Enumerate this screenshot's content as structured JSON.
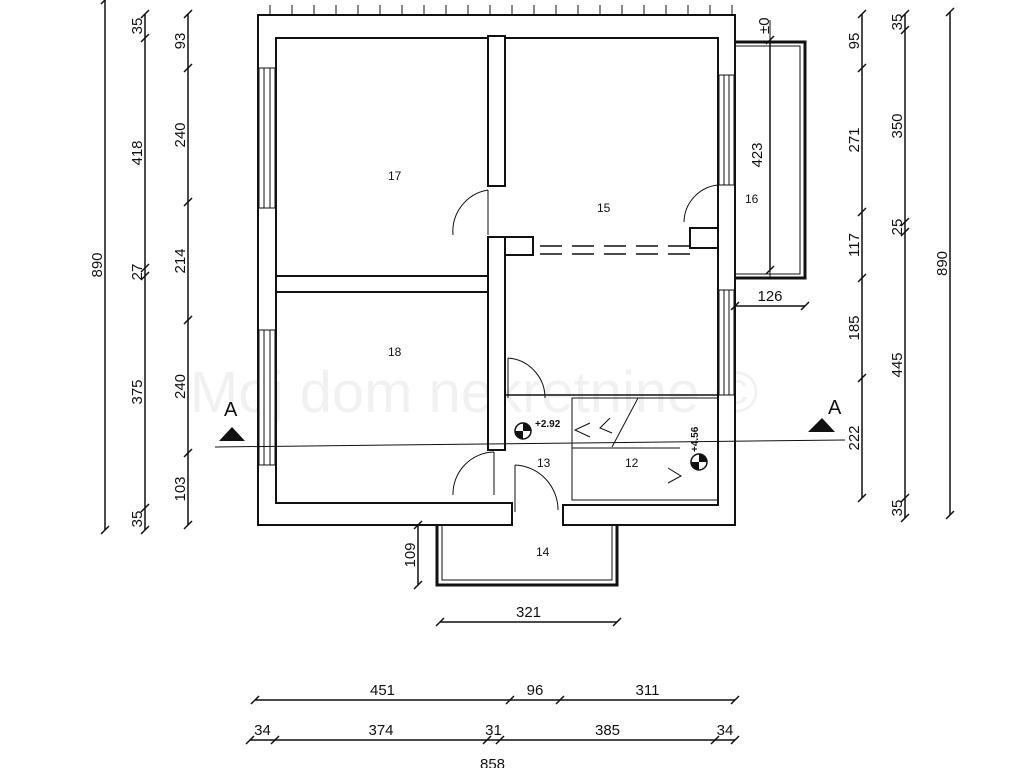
{
  "watermark": "Moj dom nekretnine ©",
  "rooms": {
    "r12": "12",
    "r13": "13",
    "r14": "14",
    "r15": "15",
    "r16": "16",
    "r17": "17",
    "r18": "18"
  },
  "levels": {
    "landing": "+2.92",
    "upper": "+4.56",
    "zero": "±0"
  },
  "section_marker": "A",
  "dims_left": {
    "total": "890",
    "outer": [
      "35",
      "418",
      "27",
      "375",
      "35"
    ],
    "inner": [
      "93",
      "240",
      "214",
      "240",
      "103"
    ]
  },
  "dims_right": {
    "total": "890",
    "outer": [
      "35",
      "350",
      "25",
      "445",
      "35"
    ],
    "inner": [
      "95",
      "271",
      "117",
      "185",
      "222"
    ]
  },
  "dims_bottom": {
    "row1": [
      "451",
      "96",
      "311"
    ],
    "row2": [
      "34",
      "374",
      "31",
      "385",
      "34"
    ],
    "total": "858"
  },
  "dims_misc": {
    "balcony_width": "321",
    "balcony_depth": "109",
    "terrace_depth": "126",
    "terrace_length": "423"
  }
}
